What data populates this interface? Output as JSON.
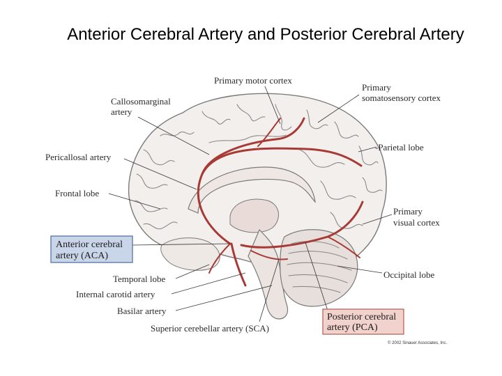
{
  "title": "Anterior Cerebral Artery and Posterior Cerebral Artery",
  "labels": {
    "primary_motor_cortex": "Primary motor cortex",
    "primary_somatosensory_1": "Primary",
    "primary_somatosensory_2": "somatosensory cortex",
    "callosomarginal_1": "Callosomarginal",
    "callosomarginal_2": "artery",
    "parietal_lobe": "-Parietal lobe",
    "pericallosal_artery": "Pericallosal artery",
    "frontal_lobe": "Frontal lobe",
    "primary_visual_1": "Primary",
    "primary_visual_2": "visual cortex",
    "aca_1": "Anterior cerebral",
    "aca_2": "artery (ACA)",
    "occipital_lobe": "Occipital lobe",
    "temporal_lobe": "Temporal lobe",
    "internal_carotid": "Internal carotid artery",
    "basilar_artery": "Basilar artery",
    "pca_1": "Posterior cerebral",
    "pca_2": "artery (PCA)",
    "sca": "Superior cerebellar artery (SCA)",
    "copyright": "© 2002 Sinauer Associates, Inc."
  },
  "colors": {
    "aca_box_fill": "#c9d6ea",
    "aca_box_border": "#4a6a9a",
    "pca_box_fill": "#f1d2cc",
    "pca_box_border": "#b05a4e",
    "artery": "#a83a35"
  }
}
